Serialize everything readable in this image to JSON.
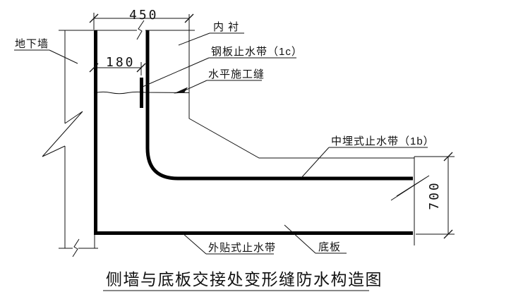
{
  "diagram": {
    "title": "侧墙与底板交接处变形缝防水构造图",
    "labels": {
      "underground_wall": "地下墙",
      "inner_lining": "内 衬",
      "steel_plate_waterstop": "钢板止水带（1c）",
      "horizontal_construction_joint": "水平施工缝",
      "embedded_waterstop": "中埋式止水带（1b）",
      "external_waterstop": "外贴式止水带",
      "bottom_slab": "底板"
    },
    "dimensions": {
      "wall_top_width": "450",
      "waterstop_offset": "180",
      "slab_height": "700"
    },
    "colors": {
      "line": "#000000",
      "background": "#ffffff"
    }
  }
}
